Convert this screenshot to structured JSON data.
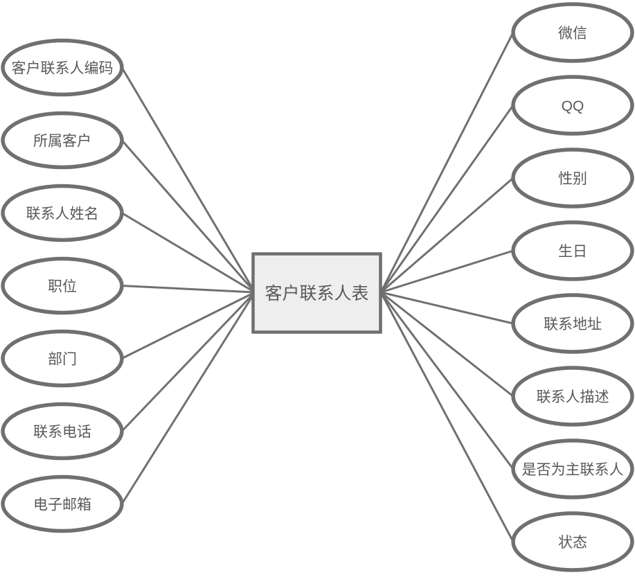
{
  "diagram": {
    "center_entity": {
      "label": "客户联系人表"
    },
    "left_attributes": [
      {
        "label": "客户联系人编码"
      },
      {
        "label": "所属客户"
      },
      {
        "label": "联系人姓名"
      },
      {
        "label": "职位"
      },
      {
        "label": "部门"
      },
      {
        "label": "联系电话"
      },
      {
        "label": "电子邮箱"
      }
    ],
    "right_attributes": [
      {
        "label": "微信"
      },
      {
        "label": "QQ"
      },
      {
        "label": "性别"
      },
      {
        "label": "生日"
      },
      {
        "label": "联系地址"
      },
      {
        "label": "联系人描述"
      },
      {
        "label": "是否为主联系人"
      },
      {
        "label": "状态"
      }
    ],
    "colors": {
      "shape_stroke": "#707070",
      "entity_border": "#6e6e6e",
      "entity_fill": "#eeeeee",
      "attribute_fill": "#ffffff",
      "text": "#595959",
      "background": "#ffffff"
    }
  }
}
